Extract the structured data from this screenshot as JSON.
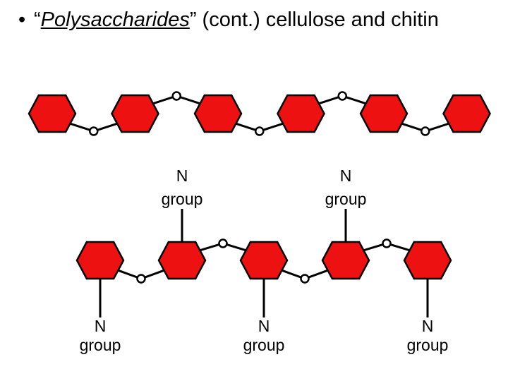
{
  "slide": {
    "bullet": "•",
    "title_open_quote": "“",
    "title_term": "Polysaccharides",
    "title_rest": "” (cont.) cellulose and chitin"
  },
  "diagram": {
    "colors": {
      "ring_fill": "#ee1111",
      "ring_stroke": "#000000",
      "oxygen_fill": "#ffffff"
    },
    "group_label_line1": "N",
    "group_label_line2": "group",
    "cellulose": {
      "ring_count": 6,
      "bridges": [
        "down",
        "up",
        "down",
        "up",
        "down"
      ]
    },
    "chitin": {
      "ring_count": 5,
      "bridges": [
        "down",
        "up",
        "down",
        "up"
      ],
      "n_groups": [
        "below",
        "above",
        "below",
        "above",
        "below"
      ]
    }
  }
}
